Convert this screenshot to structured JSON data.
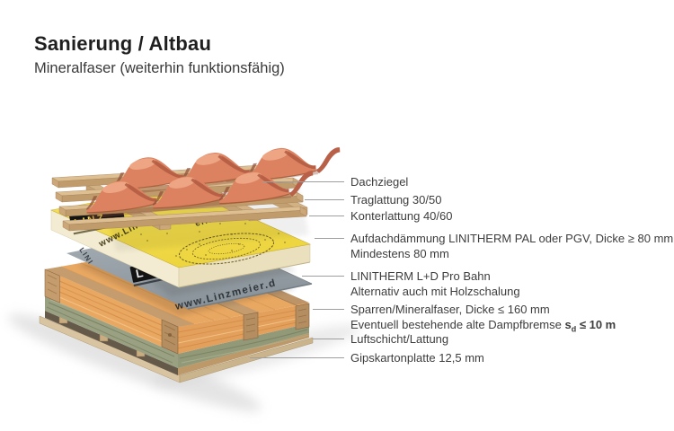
{
  "header": {
    "title": "Sanierung / Altbau",
    "subtitle": "Mineralfaser (weiterhin funktionsfähig)"
  },
  "diagram": {
    "description": "Explosionszeichnung Dachaufbau mit Aufdachdämmung",
    "print": {
      "board_logo": "LINZ",
      "board_url_left": "www.Lin",
      "board_url_right": "er.de",
      "membrane_url": "www.Linzmeier.d",
      "membrane_logo": "L",
      "membrane_side_text": "LINI"
    },
    "colors": {
      "tile": "#DC8260",
      "insulation_board_top": "#F2DC4E",
      "insulation_board_edge": "#F3ECD2",
      "membrane": "#97A0A6",
      "batten_wood": "#D9BB8E",
      "rafter_wood": "#B48D60",
      "mineral_fiber": "#E9A862",
      "old_layer": "#9AA183",
      "leader_line": "#9E9E9E",
      "text": "#3D3D3D"
    },
    "labels": [
      {
        "text": "Dachziegel"
      },
      {
        "text": "Traglattung 30/50"
      },
      {
        "text": "Konterlattung 40/60"
      },
      {
        "text": "Aufdachdämmung LINITHERM PAL oder PGV, Dicke ≥ 80 mm",
        "text2": "Mindestens 80 mm"
      },
      {
        "text": "LINITHERM L+D Pro Bahn",
        "text2": "Alternativ auch mit Holzschalung"
      },
      {
        "text": "Sparren/Mineralfaser, Dicke ≤ 160 mm",
        "text2_prefix": "Eventuell bestehende alte Dampfbremse",
        "text2_sym": "s",
        "text2_sub": "d",
        "text2_tail": "≤ 10 m"
      },
      {
        "text": "Luftschicht/Lattung"
      },
      {
        "text": "Gipskartonplatte 12,5 mm"
      }
    ]
  }
}
